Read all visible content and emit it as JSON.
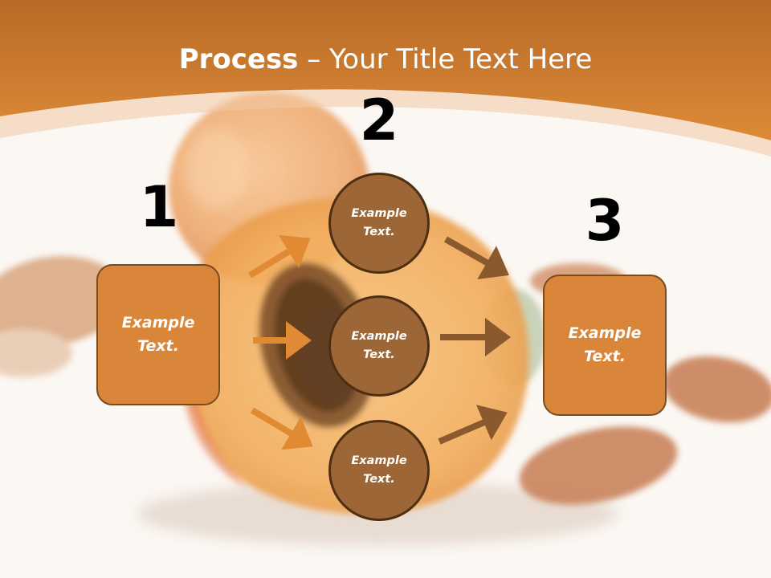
{
  "slide": {
    "title_bold": "Process",
    "title_rest": " – Your Title Text Here",
    "colors": {
      "header": "#d9863a",
      "box_fill": "#d9863a",
      "circle_fill": "#9c6636",
      "arrow_light": "#e08a34",
      "arrow_dark": "#8a5a2e"
    },
    "step_numbers": [
      "1",
      "2",
      "3"
    ],
    "left_box": {
      "text": "Example\nText."
    },
    "circles": [
      {
        "text": "Example\nText."
      },
      {
        "text": "Example\nText."
      },
      {
        "text": "Example\nText."
      }
    ],
    "right_box": {
      "text": "Example\nText."
    }
  }
}
